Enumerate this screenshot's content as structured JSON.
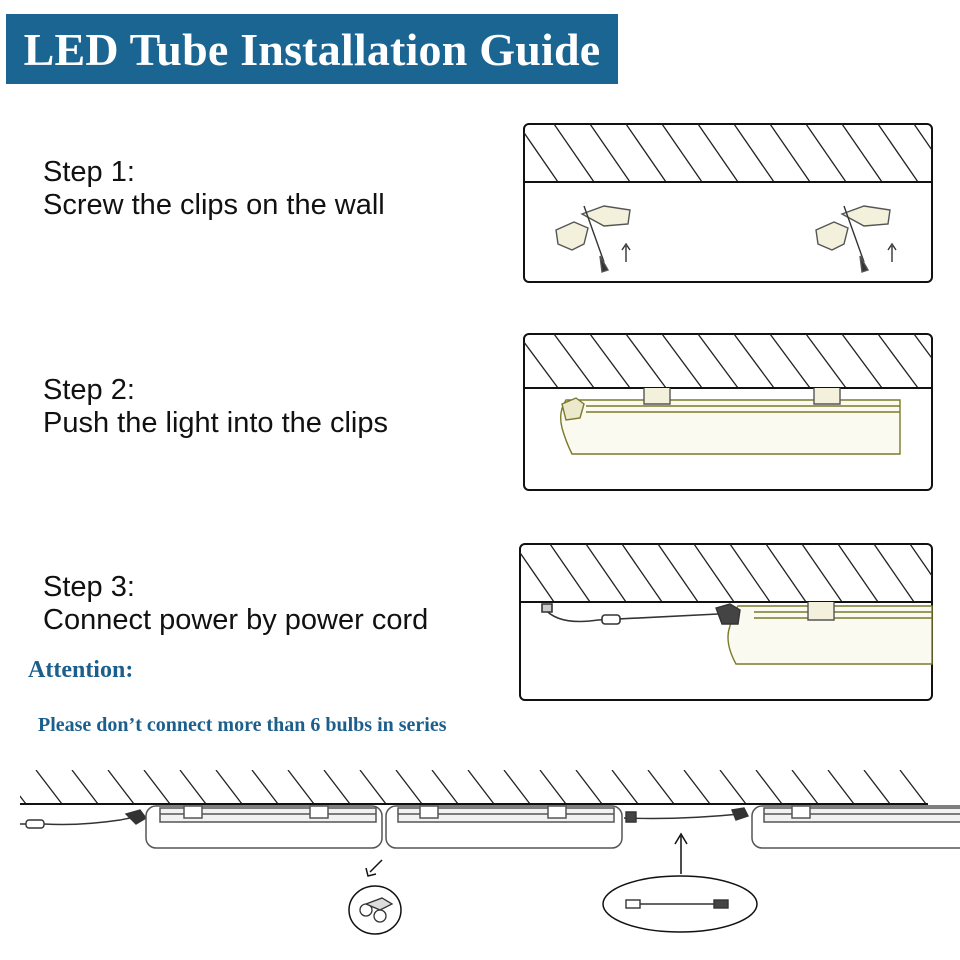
{
  "title": "LED Tube Installation Guide",
  "steps": [
    {
      "heading": "Step 1:",
      "text": "Screw the clips on the wall"
    },
    {
      "heading": "Step 2:",
      "text": "Push the light into the clips"
    },
    {
      "heading": "Step 3:",
      "text": "Connect power by power cord"
    }
  ],
  "attention": {
    "heading": "Attention:",
    "text": "Please don’t connect more than 6 bulbs in series"
  },
  "colors": {
    "banner": "#1b6593",
    "attention_text": "#1d5f8c",
    "tube_outline": "#7a7a2a"
  }
}
